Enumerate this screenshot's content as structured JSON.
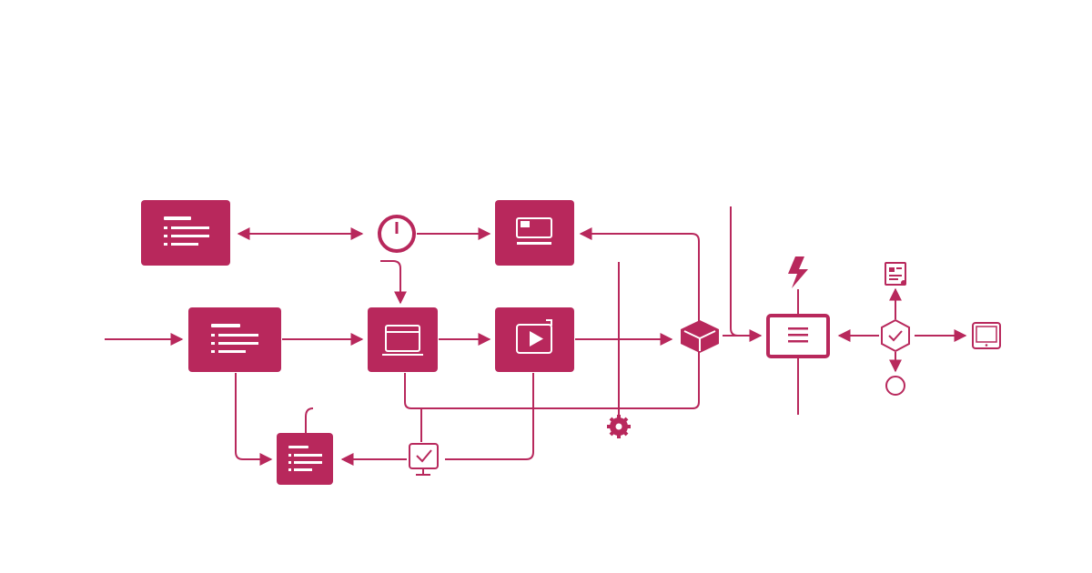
{
  "diagram": {
    "accent_color": "#B8285C",
    "background_color": "#FFFFFF",
    "nodes": [
      {
        "id": "list-block-top-left",
        "icon": "list-icon"
      },
      {
        "id": "clock-node",
        "icon": "clock-icon"
      },
      {
        "id": "window-block-top",
        "icon": "window-icon"
      },
      {
        "id": "list-block-middle-left",
        "icon": "list-icon"
      },
      {
        "id": "browser-block",
        "icon": "browser-window-icon"
      },
      {
        "id": "video-block",
        "icon": "video-play-icon"
      },
      {
        "id": "cube-node",
        "icon": "cube-icon"
      },
      {
        "id": "gear-node",
        "icon": "gear-icon"
      },
      {
        "id": "list-block-bottom",
        "icon": "list-icon"
      },
      {
        "id": "monitor-check-node",
        "icon": "monitor-check-icon"
      },
      {
        "id": "hub-block",
        "icon": "menu-lines-icon"
      },
      {
        "id": "lightning-node",
        "icon": "lightning-icon"
      },
      {
        "id": "shield-check-node",
        "icon": "hexagon-check-icon"
      },
      {
        "id": "document-node",
        "icon": "document-icon"
      },
      {
        "id": "circle-endpoint",
        "icon": "circle-icon"
      },
      {
        "id": "tablet-node",
        "icon": "tablet-icon"
      }
    ]
  }
}
